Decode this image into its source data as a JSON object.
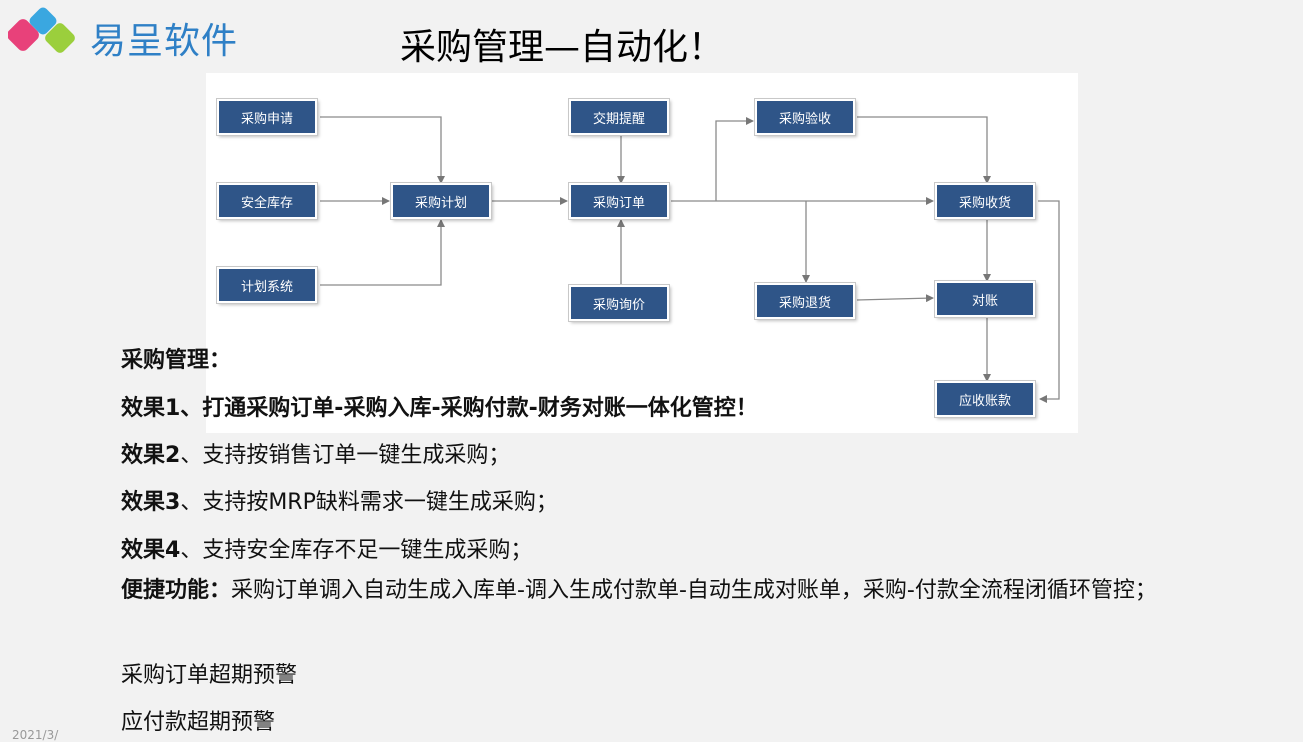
{
  "logo": {
    "text": "易呈软件",
    "colors": [
      "#e8417a",
      "#3aa7e0",
      "#9bcf3c"
    ]
  },
  "title": "采购管理—自动化！",
  "flow": {
    "box_color": "#2f5588",
    "nodes": {
      "purchase_request": "采购申请",
      "safety_stock": "安全库存",
      "planning_system": "计划系统",
      "purchase_plan": "采购计划",
      "delivery_reminder": "交期提醒",
      "purchase_order": "采购订单",
      "purchase_inquiry": "采购询价",
      "purchase_inspection": "采购验收",
      "purchase_receipt": "采购收货",
      "purchase_return": "采购退货",
      "reconciliation": "对账",
      "receivables": "应收账款"
    }
  },
  "content": {
    "heading": "采购管理：",
    "effect1": "效果1、打通采购订单-采购入库-采购付款-财务对账一体化管控！",
    "effect2_label": "效果2",
    "effect2_text": "、支持按销售订单一键生成采购；",
    "effect3_label": "效果3",
    "effect3_text": "、支持按MRP缺料需求一键生成采购；",
    "effect4_label": "效果4",
    "effect4_text": "、支持安全库存不足一键生成采购；",
    "convenience_label": "便捷功能：",
    "convenience_text": "采购订单调入自动生成入库单-调入生成付款单-自动生成对账单，采购-付款全流程闭循环管控；",
    "po_overdue": "采购订单超期预警",
    "payable_overdue": "应付款超期预警"
  },
  "footer": "2021/3/"
}
